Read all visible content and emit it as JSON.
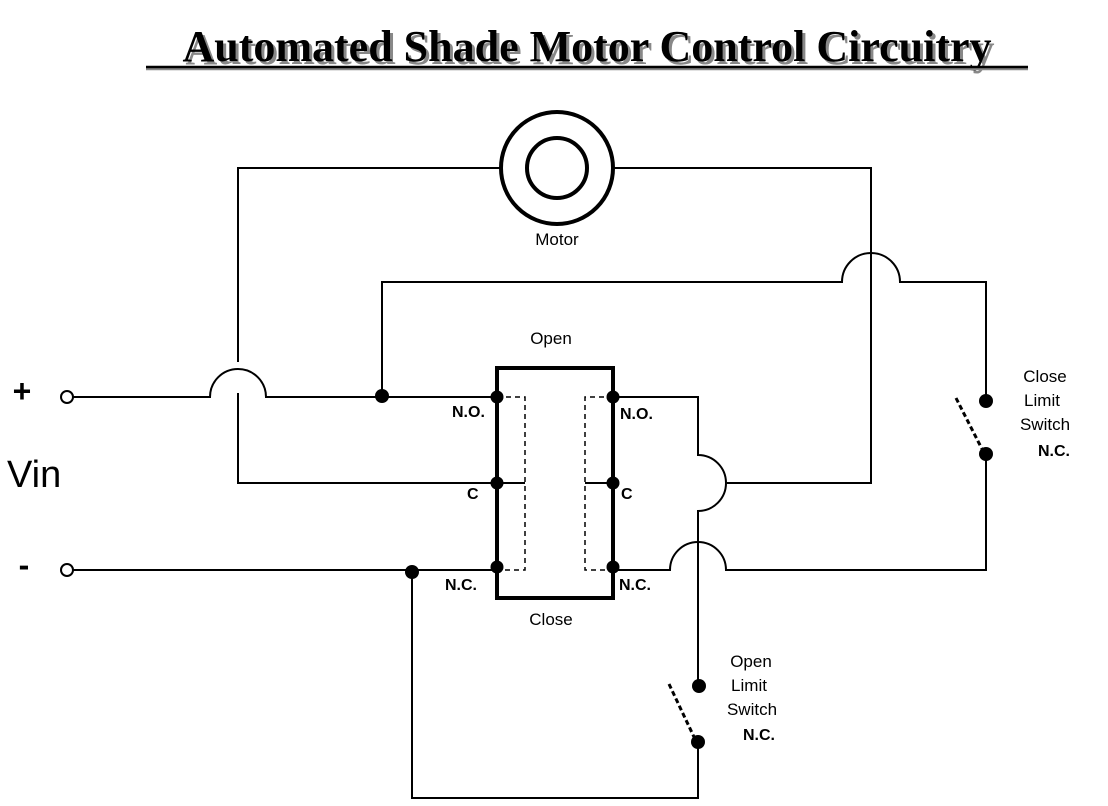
{
  "title": "Automated Shade Motor Control Circuitry",
  "motor": {
    "label": "Motor"
  },
  "relay": {
    "top_label": "Open",
    "bottom_label": "Close",
    "left_contacts": {
      "no": "N.O.",
      "c": "C",
      "nc": "N.C."
    },
    "right_contacts": {
      "no": "N.O.",
      "c": "C",
      "nc": "N.C."
    }
  },
  "supply": {
    "plus": "+",
    "minus": "-",
    "vin": "Vin"
  },
  "close_limit_switch": {
    "line1": "Close",
    "line2": "Limit",
    "line3": "Switch",
    "line4": "N.C."
  },
  "open_limit_switch": {
    "line1": "Open",
    "line2": "Limit",
    "line3": "Switch",
    "line4": "N.C."
  }
}
